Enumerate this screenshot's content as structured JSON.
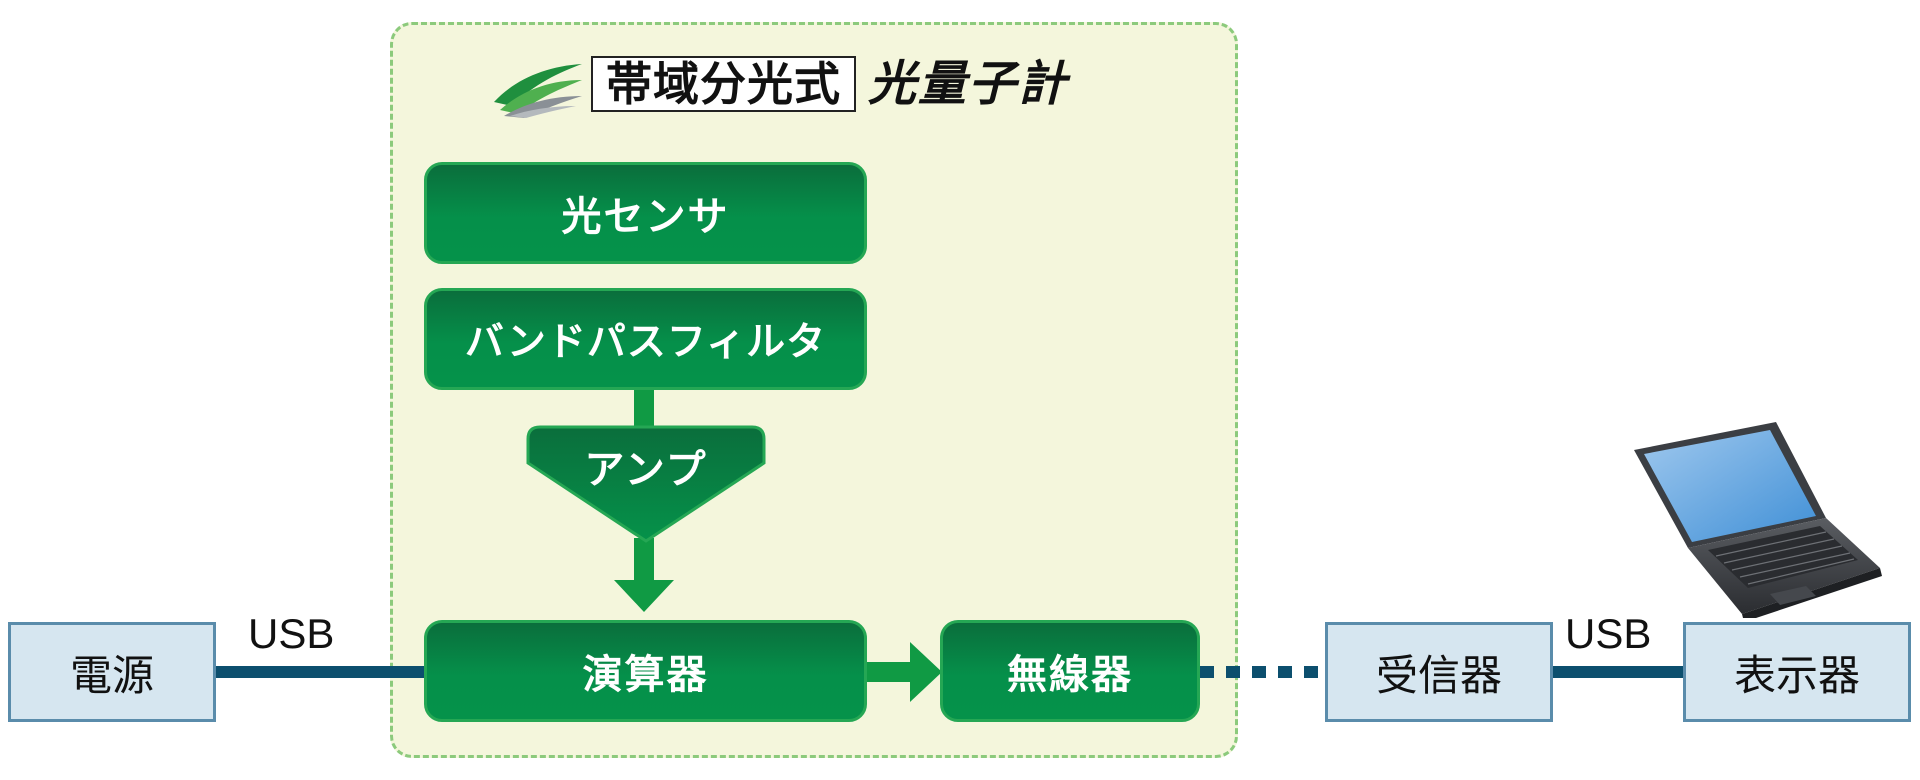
{
  "header": {
    "title_boxed": "帯域分光式",
    "title_plain": "光量子計"
  },
  "device_blocks": {
    "sensor": "光センサ",
    "filter": "バンドパスフィルタ",
    "amp": "アンプ",
    "calculator": "演算器",
    "radio": "無線器"
  },
  "external_blocks": {
    "power": "電源",
    "receiver": "受信器",
    "display": "表示器"
  },
  "connections": {
    "usb_left": "USB",
    "usb_right": "USB"
  },
  "colors": {
    "panel_background": "#f4f6dc",
    "panel_border": "#8cca7c",
    "block_green": "#05904a",
    "connector_green": "#109a44",
    "block_blue": "#d6e6f0",
    "connector_blue": "#0c4f6e"
  },
  "icons": {
    "logo": "swoosh-logo-icon",
    "display_device": "laptop-icon"
  }
}
